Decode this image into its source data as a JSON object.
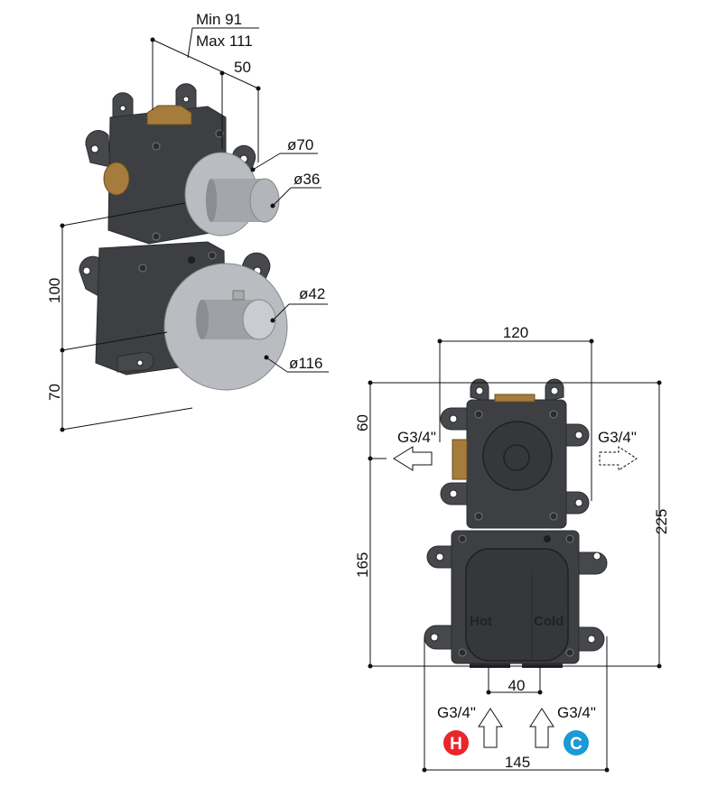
{
  "iso_view": {
    "depth_min": "Min 91",
    "depth_max": "Max 111",
    "plate_offset": "50",
    "plate_upper_diameter": "ø70",
    "handle_upper_diameter": "ø36",
    "handle_lower_diameter": "ø42",
    "plate_lower_diameter": "ø116",
    "vertical_upper": "100",
    "vertical_lower": "70"
  },
  "front_view": {
    "width_upper": "120",
    "height_top": "60",
    "height_bottom": "165",
    "height_total": "225",
    "outlet_left": "G3/4\"",
    "outlet_right": "G3/4\"",
    "inlet_spacing": "40",
    "width_lower": "145",
    "inlet_hot": "G3/4\"",
    "inlet_cold": "G3/4\"",
    "label_hot": "Hot",
    "label_cold": "Cold",
    "badge_hot": "H",
    "badge_cold": "C"
  },
  "colors": {
    "hot": "#e8262c",
    "cold": "#1b9ad6",
    "body": "#3d3f43"
  }
}
